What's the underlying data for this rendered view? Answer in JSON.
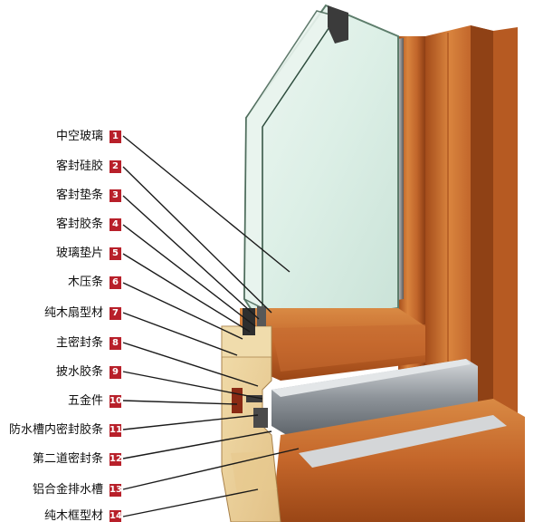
{
  "parts": [
    {
      "no": "1",
      "label": "中空玻璃"
    },
    {
      "no": "2",
      "label": "客封硅胶"
    },
    {
      "no": "3",
      "label": "客封垫条"
    },
    {
      "no": "4",
      "label": "客封胶条"
    },
    {
      "no": "5",
      "label": "玻璃垫片"
    },
    {
      "no": "6",
      "label": "木压条"
    },
    {
      "no": "7",
      "label": "纯木扇型材"
    },
    {
      "no": "8",
      "label": "主密封条"
    },
    {
      "no": "9",
      "label": "披水胶条"
    },
    {
      "no": "10",
      "label": "五金件"
    },
    {
      "no": "11",
      "label": "防水槽内密封胶条"
    },
    {
      "no": "12",
      "label": "第二道密封条"
    },
    {
      "no": "13",
      "label": "铝合金排水槽"
    },
    {
      "no": "14",
      "label": "纯木框型材"
    }
  ],
  "colors": {
    "wood": "#c8692a",
    "wood_dark": "#8a3c12",
    "end_grain": "#ead09a",
    "glass": "#d9eee4",
    "aluminium": "#9aa0a6",
    "badge": "#b8202a"
  }
}
